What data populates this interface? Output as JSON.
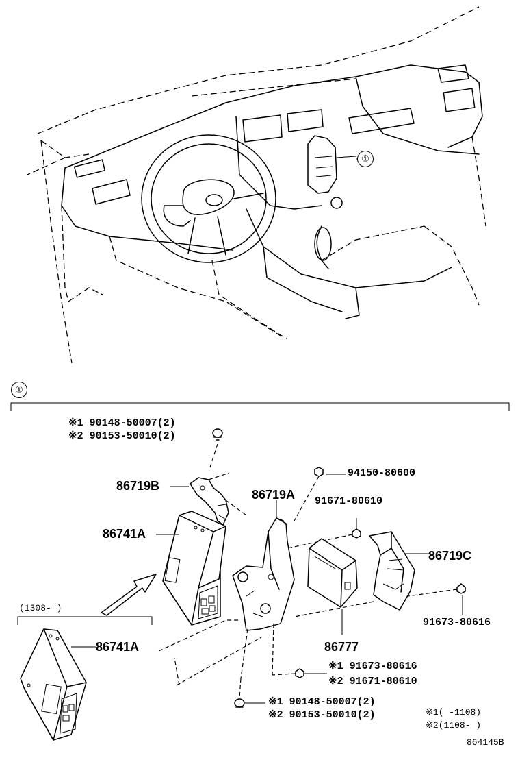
{
  "callout": {
    "ref": "①"
  },
  "parts": {
    "p86719B": "86719B",
    "p86741A_main": "86741A",
    "p86719A": "86719A",
    "p86719C": "86719C",
    "p86777": "86777",
    "p86741A_alt": "86741A"
  },
  "fasteners": {
    "top_bolt_1": "※1 90148-50007(2)",
    "top_bolt_2": "※2 90153-50010(2)",
    "nut": "94150-80600",
    "upper_screw": "91671-80610",
    "right_screw": "91673-80616",
    "mid_screw_1": "※1 91673-80616",
    "mid_screw_2": "※2 91671-80610",
    "bottom_bolt_1": "※1 90148-50007(2)",
    "bottom_bolt_2": "※2 90153-50010(2)"
  },
  "date_range": "(1308-     )",
  "notes": {
    "note1": "※1(     -1108)",
    "note2": "※2(1108-     )"
  },
  "figure_code": "864145B"
}
